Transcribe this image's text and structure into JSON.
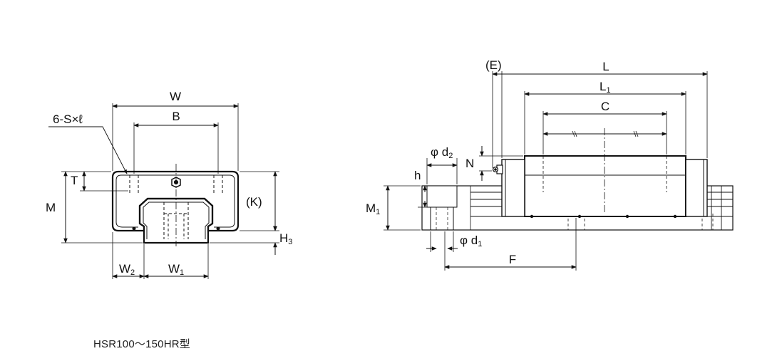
{
  "front_view": {
    "labels": {
      "W": "W",
      "B": "B",
      "holes": "6-S×ℓ",
      "T": "T",
      "M": "M",
      "K": "(K)",
      "H3": "H",
      "H3_sub": "3",
      "W2": "W",
      "W2_sub": "2",
      "W1": "W",
      "W1_sub": "1"
    }
  },
  "side_view": {
    "labels": {
      "E": "(E)",
      "L": "L",
      "L1": "L",
      "L1_sub": "1",
      "C": "C",
      "N": "N",
      "d2": "φ d",
      "d2_sub": "2",
      "h": "h",
      "M1": "M",
      "M1_sub": "1",
      "d1": "φ d",
      "d1_sub": "1",
      "F": "F"
    }
  },
  "caption": "HSR100～150HR型"
}
